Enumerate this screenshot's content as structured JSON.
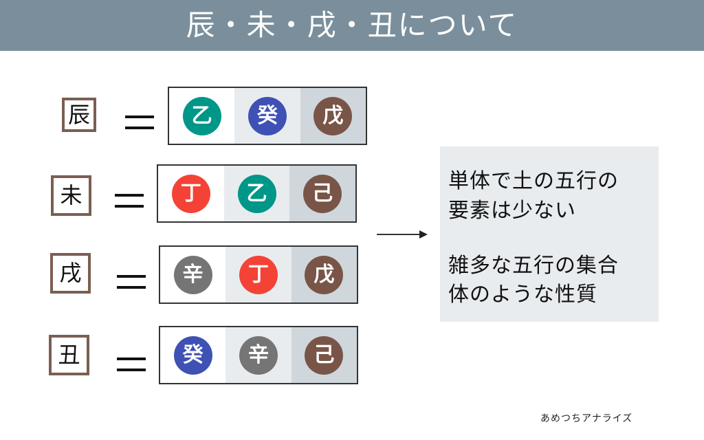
{
  "header": {
    "title": "辰・未・戌・丑について"
  },
  "colors": {
    "header_bg": "#7a8f9b",
    "乙": "#009688",
    "癸": "#3f51b5",
    "戊": "#795548",
    "丁": "#f44336",
    "己": "#795548",
    "辛": "#757575",
    "branch_border": "#7b5e52"
  },
  "rows": [
    {
      "branch": "辰",
      "equals": "=",
      "stems": [
        "乙",
        "癸",
        "戊"
      ]
    },
    {
      "branch": "未",
      "equals": "=",
      "stems": [
        "丁",
        "乙",
        "己"
      ]
    },
    {
      "branch": "戌",
      "equals": "=",
      "stems": [
        "辛",
        "丁",
        "戊"
      ]
    },
    {
      "branch": "丑",
      "equals": "=",
      "stems": [
        "癸",
        "辛",
        "己"
      ]
    }
  ],
  "note": {
    "lines": [
      "単体で土の五行の",
      "要素は少ない",
      "",
      "雑多な五行の集合",
      "体のような性質"
    ]
  },
  "credit": "あめつちアナライズ"
}
